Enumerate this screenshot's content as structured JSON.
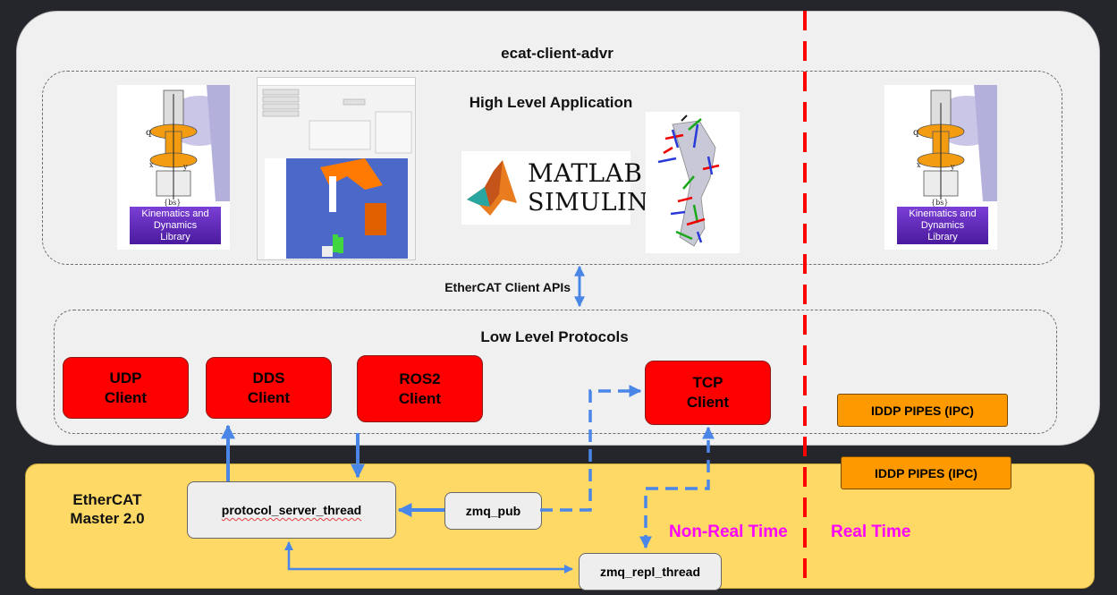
{
  "client": {
    "title": "ecat-client-advr",
    "high_level_title": "High Level Application",
    "apis_label": "EtherCAT Client APIs",
    "low_level_title": "Low Level Protocols",
    "protocols": [
      {
        "line1": "UDP",
        "line2": "Client"
      },
      {
        "line1": "DDS",
        "line2": "Client"
      },
      {
        "line1": "ROS2",
        "line2": "Client"
      },
      {
        "line1": "TCP",
        "line2": "Client"
      }
    ],
    "kdl": {
      "line1": "Kinematics and",
      "line2": "Dynamics",
      "line3": "Library"
    },
    "matlab": {
      "line1": "MATLAB",
      "line2": "SIMULINK"
    },
    "iddp_client": "IDDP PIPES (IPC)"
  },
  "master": {
    "title_line1": "EtherCAT",
    "title_line2": "Master 2.0",
    "protocol_server_thread": "protocol_server_thread",
    "zmq_pub": "zmq_pub",
    "zmq_repl_thread": "zmq_repl_thread",
    "iddp_master": "IDDP PIPES (IPC)"
  },
  "labels": {
    "non_real_time": "Non-Real Time",
    "real_time": "Real Time"
  },
  "colors": {
    "arrow": "#4a86e8",
    "realtime_divider": "#ff0000",
    "accent_pink": "#ff00ff"
  }
}
